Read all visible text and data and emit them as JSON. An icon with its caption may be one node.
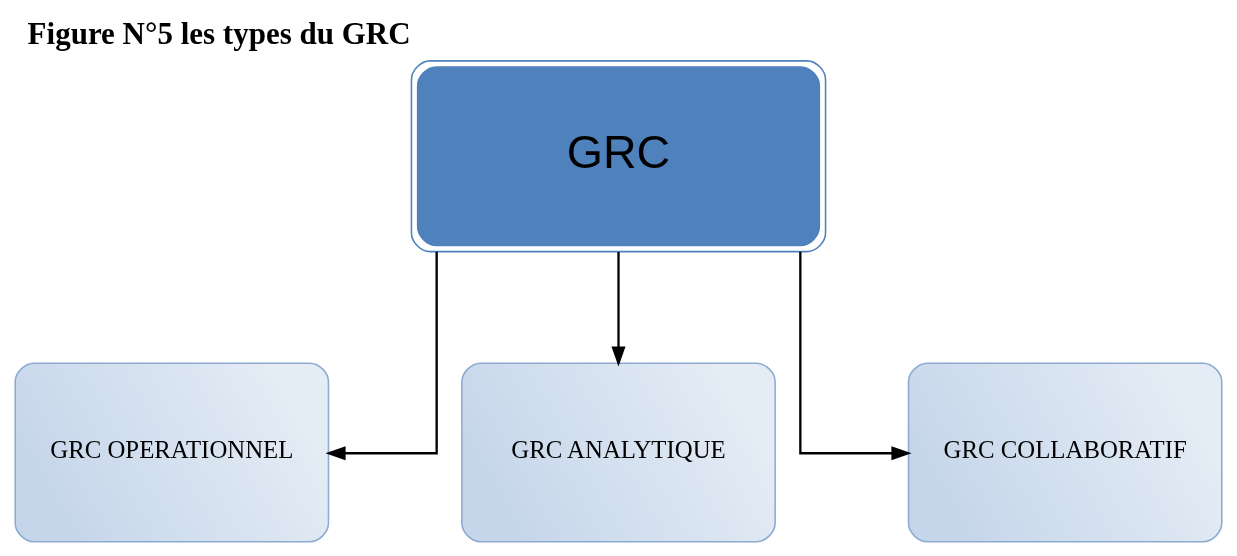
{
  "diagram": {
    "title": "Figure N°5 les types du GRC",
    "nodes": [
      {
        "text": [
          "GRC"
        ]
      },
      {
        "text": [
          "GRC OPERATIONNEL"
        ]
      },
      {
        "text": [
          "GRC ANALYTIQUE"
        ]
      },
      {
        "text": [
          "GRC COLLABORATIF"
        ]
      }
    ],
    "edges": [
      {
        "from": 0,
        "to": 1,
        "arrow": "to"
      },
      {
        "from": 0,
        "to": 2,
        "arrow": "to"
      },
      {
        "from": 0,
        "to": 3,
        "arrow": "to"
      }
    ]
  }
}
